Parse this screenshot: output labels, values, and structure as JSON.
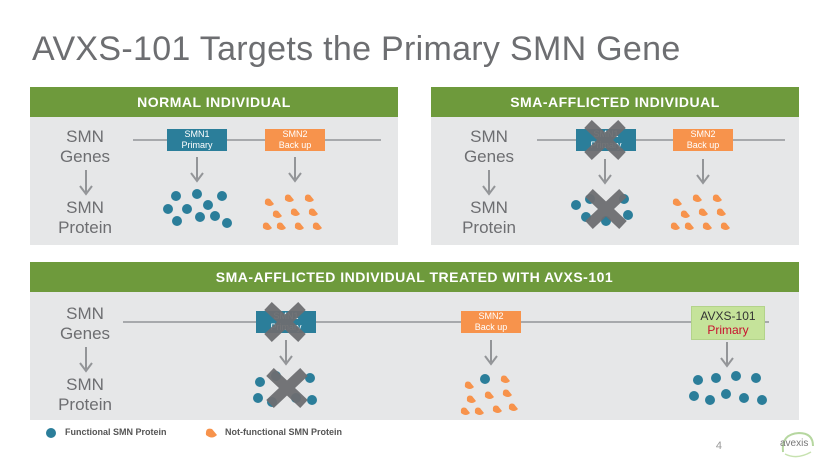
{
  "title": "AVXS-101 Targets the Primary SMN Gene",
  "labels": {
    "genes_l1": "SMN",
    "genes_l2": "Genes",
    "protein_l1": "SMN",
    "protein_l2": "Protein"
  },
  "panels": {
    "normal": {
      "header": "NORMAL INDIVIDUAL",
      "smn1": {
        "line1": "SMN1",
        "line2": "Primary"
      },
      "smn2": {
        "line1": "SMN2",
        "line2": "Back up"
      }
    },
    "afflicted": {
      "header": "SMA-AFFLICTED INDIVIDUAL",
      "smn1": {
        "line1": "SMN1",
        "line2": "Primary"
      },
      "smn2": {
        "line1": "SMN2",
        "line2": "Back up"
      }
    },
    "treated": {
      "header": "SMA-AFFLICTED INDIVIDUAL TREATED WITH AVXS-101",
      "smn1": {
        "line1": "SMN1",
        "line2": "Primary"
      },
      "smn2": {
        "line1": "SMN2",
        "line2": "Back up"
      },
      "avxs": {
        "line1": "AVXS-101",
        "line2": "Primary"
      }
    }
  },
  "legend": {
    "functional": "Functional SMN Protein",
    "nonfunctional": "Not-functional SMN Protein"
  },
  "page_number": "4",
  "logo_text": "avexis",
  "colors": {
    "header_green": "#6e9a3c",
    "blue": "#2b7e9a",
    "orange": "#f7934c",
    "panel_gray": "#e6e7e8",
    "cross_gray": "#6d6e71"
  }
}
